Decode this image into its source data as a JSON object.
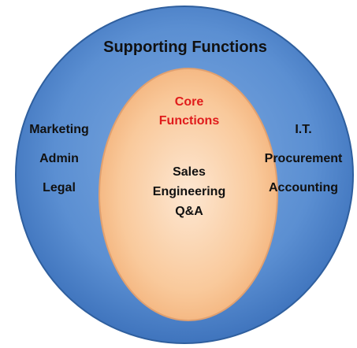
{
  "outer": {
    "title": "Supporting Functions",
    "left_items": [
      "Marketing",
      "Admin",
      "Legal"
    ],
    "right_items": [
      "I.T.",
      "Procurement",
      "Accounting"
    ]
  },
  "inner": {
    "title_lines": [
      "Core",
      "Functions"
    ],
    "items": [
      "Sales",
      "Engineering",
      "Q&A"
    ]
  },
  "colors": {
    "outer_fill": "#5b8fd2",
    "outer_edge": "#2f5f9e",
    "inner_fill": "#f9c99b",
    "inner_edge": "#e0a070",
    "core_title": "#e01b1b",
    "text": "#111111"
  }
}
